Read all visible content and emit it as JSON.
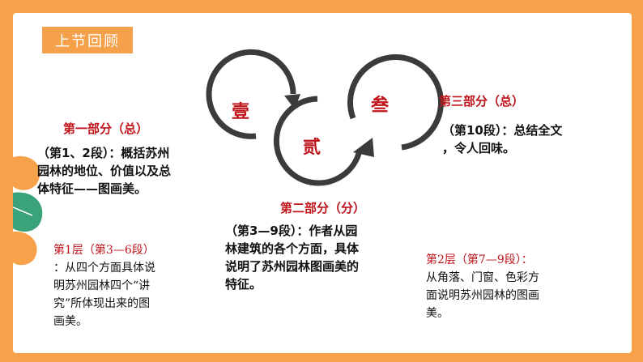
{
  "badge": {
    "label": "上节回顾"
  },
  "cycle": {
    "circle1": "壹",
    "circle2": "贰",
    "circle3": "叁"
  },
  "part1": {
    "title": "第一部分（总）",
    "text1": "（第1、2段）：概括苏州",
    "text2": "园林的地位、价值以及总",
    "text3": "体特征——图画美。"
  },
  "part2": {
    "title": "第二部分（分）",
    "text1": "（第3—9段）：作者从园",
    "text2": "林建筑的各个方面，具体",
    "text3": "说明了苏州园林图画美的",
    "text4": "特征。"
  },
  "part3": {
    "title": "第三部分（总）",
    "text1": "（第10段）：总结全文",
    "text2": "，令人回味。"
  },
  "layer1": {
    "title": "第1层（第3—6段）",
    "line1": "：从四个方面具体说",
    "line2": "明苏州园林四个“讲",
    "line3": "究”所体现出来的图",
    "line4": "画美。"
  },
  "layer2": {
    "title": "第2层（第7—9段）：",
    "line1": "从角落、门窗、色彩方",
    "line2": "面说明苏州园林的图画",
    "line3": "美。"
  },
  "colors": {
    "border": "#f7a24a",
    "badge": "#f5a04a",
    "accent_red": "#c0141b",
    "leaf_green": "#3aa37a",
    "leaf_orange": "#f7a24a"
  }
}
